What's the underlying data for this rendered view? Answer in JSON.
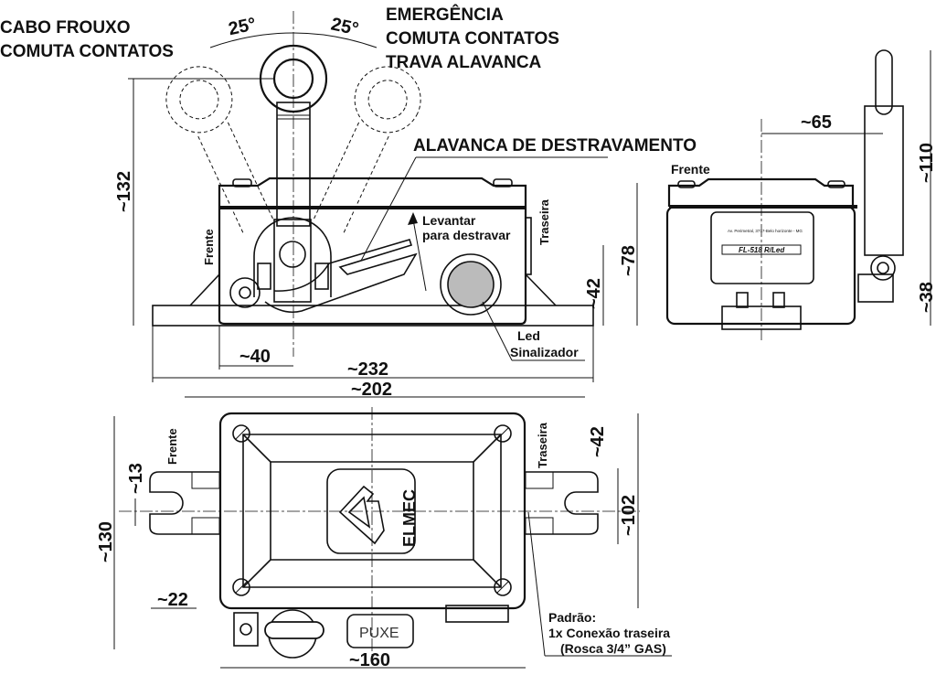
{
  "labels": {
    "slack_cable_line1": "CABO FROUXO",
    "slack_cable_line2": "COMUTA CONTATOS",
    "emergency_line1": "EMERGÊNCIA",
    "emergency_line2": "COMUTA CONTATOS",
    "emergency_line3": "TRAVA ALAVANCA",
    "reset_lever": "ALAVANCA DE DESTRAVAMENTO",
    "lift_line1": "Levantar",
    "lift_line2": "para destravar",
    "led_line1": "Led",
    "led_line2": "Sinalizador",
    "front": "Frente",
    "rear": "Traseira",
    "pull": "PUXE",
    "brand": "ELMEC",
    "standard_line1": "Padrão:",
    "standard_line2": "1x Conexão traseira",
    "standard_line3": "(Rosca 3/4” GAS)"
  },
  "angles": {
    "left": "25°",
    "right": "25°"
  },
  "dimensions": {
    "height_total": "~132",
    "lever_offset": "~40",
    "base_length": "~232",
    "body_length": "~202",
    "led_height": "~42",
    "side_height": "~78",
    "side_lever_offset": "~65",
    "side_lever_height": "~110",
    "side_pivot_height": "~38",
    "top_width": "~130",
    "slot_width": "~13",
    "flange_length": "~22",
    "top_body": "~160",
    "top_slot_offset": "~42",
    "top_flange_span": "~102"
  },
  "nameplate": {
    "model": "FL-518 R/Led",
    "address": "Av. Perimetral, 3717-Belo horizonte - MG"
  }
}
